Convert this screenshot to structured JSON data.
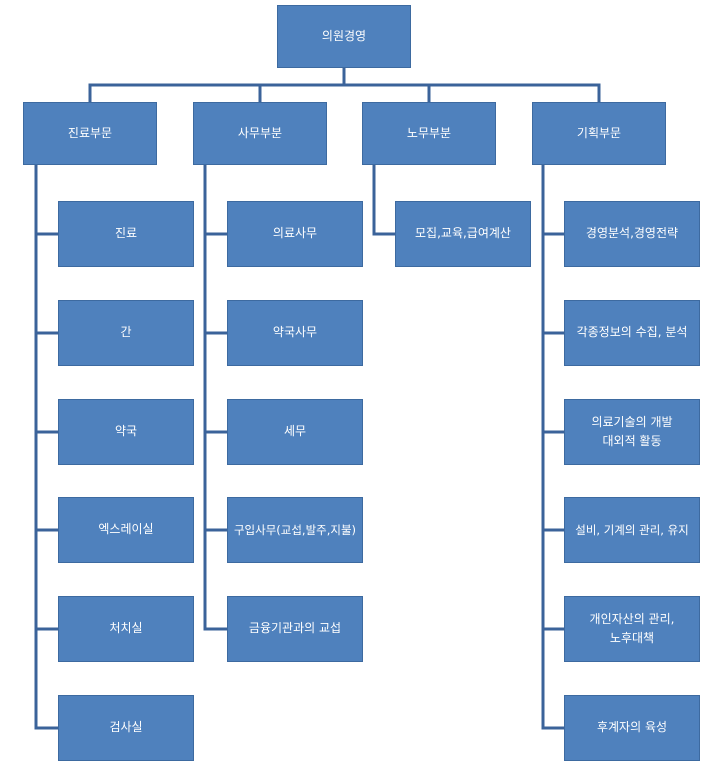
{
  "root": {
    "label": "의원경영"
  },
  "departments": [
    {
      "label": "진료부문",
      "items": [
        "진료",
        "간",
        "약국",
        "엑스레이실",
        "처치실",
        "검사실"
      ]
    },
    {
      "label": "사무부분",
      "items": [
        "의료사무",
        "약국사무",
        "세무",
        "구입사무(교섭,발주,지불)",
        "금융기관과의 교섭"
      ]
    },
    {
      "label": "노무부분",
      "items": [
        "모집,교육,급여계산"
      ]
    },
    {
      "label": "기획부문",
      "items": [
        "경영분석,경영전략",
        "각종정보의 수집, 분석",
        "의료기술의 개발\n대외적 활동",
        "설비, 기계의 관리, 유지",
        "개인자산의 관리,\n노후대책",
        "후계자의 육성"
      ]
    }
  ],
  "colors": {
    "box": "#4f81bd",
    "line": "#3b639a",
    "text": "#ffffff"
  }
}
